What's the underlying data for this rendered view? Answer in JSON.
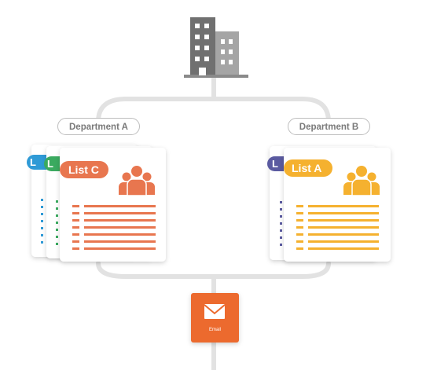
{
  "department_a": {
    "label": "Department A",
    "cards": [
      {
        "tab_label": "L",
        "color": "#2f9ad6"
      },
      {
        "tab_label": "L",
        "color": "#3aaa5f"
      },
      {
        "tab_label": "List C",
        "color": "#e8764f"
      }
    ]
  },
  "department_b": {
    "label": "Department B",
    "cards": [
      {
        "tab_label": "L",
        "color": "#5a5aa0"
      },
      {
        "tab_label": "List A",
        "color": "#f5b12f"
      }
    ]
  },
  "email": {
    "label": "Email",
    "color": "#ec6a2e",
    "icon": "envelope-icon"
  },
  "building": {
    "icon": "building-icon",
    "color": "#8a8a8a"
  },
  "connector_color": "#e2e2e2"
}
